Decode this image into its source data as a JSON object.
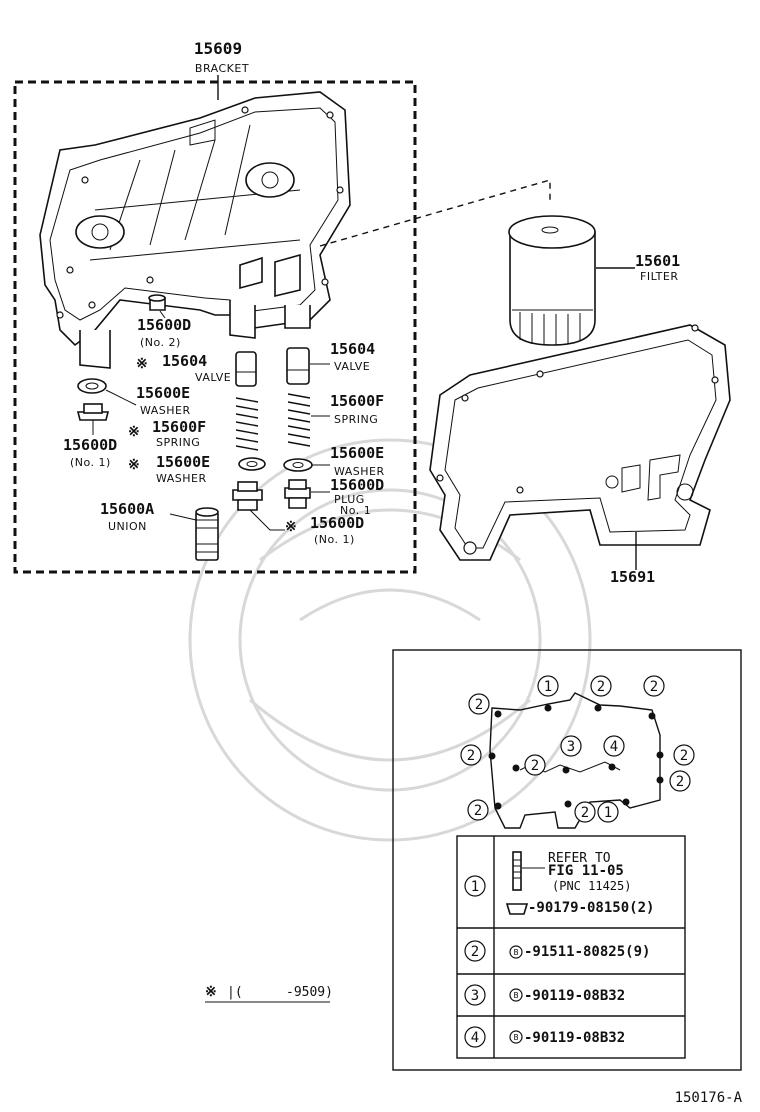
{
  "bracket": {
    "part_no": "15609",
    "label": "BRACKET"
  },
  "filter": {
    "part_no": "15601",
    "label": "FILTER"
  },
  "gasket": {
    "part_no": "15691"
  },
  "plug_no2": {
    "part_no": "15600D",
    "note": "(No. 2)"
  },
  "valve_left": {
    "mark": "※",
    "part_no": "15604",
    "label": "VALVE"
  },
  "valve_right": {
    "part_no": "15604",
    "label": "VALVE"
  },
  "washer_left": {
    "part_no": "15600E",
    "label": "WASHER"
  },
  "plug_no1_left": {
    "part_no": "15600D",
    "note": "(No. 1)"
  },
  "spring_left": {
    "mark": "※",
    "part_no": "15600F",
    "label": "SPRING"
  },
  "spring_right": {
    "part_no": "15600F",
    "label": "SPRING"
  },
  "washer_center": {
    "mark": "※",
    "part_no": "15600E",
    "label": "WASHER"
  },
  "washer_right": {
    "part_no": "15600E",
    "label": "WASHER"
  },
  "plug_right": {
    "part_no": "15600D",
    "label": "PLUG",
    "note": "No. 1"
  },
  "union": {
    "part_no": "15600A",
    "label": "UNION"
  },
  "plug_bottom": {
    "mark": "※",
    "part_no": "15600D",
    "note": "(No. 1)"
  },
  "footnote": {
    "mark": "※",
    "text": "-9509)"
  },
  "fig_code": "150176-A",
  "bolt_diagram": {
    "markers": [
      "1",
      "2",
      "2",
      "2",
      "2",
      "2",
      "2",
      "2",
      "2",
      "3",
      "4",
      "2",
      "1"
    ]
  },
  "bolt_table": {
    "rows": [
      {
        "num": "1",
        "refer_line1": "REFER TO",
        "refer_line2": "FIG 11-05",
        "refer_line3": "(PNC 11425)",
        "part": "-90179-08150(2)"
      },
      {
        "num": "2",
        "part": "-91511-80825(9)"
      },
      {
        "num": "3",
        "part": "-90119-08B32"
      },
      {
        "num": "4",
        "part": "-90119-08B32"
      }
    ]
  },
  "icons": {
    "bolt_circle": "circled-b-icon",
    "nut": "flange-nut-icon",
    "long_bolt": "long-bolt-icon"
  }
}
